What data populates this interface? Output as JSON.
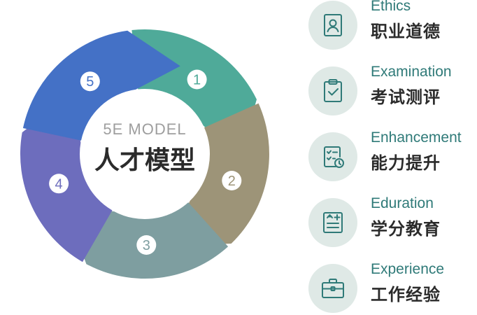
{
  "diagram": {
    "center": {
      "subtitle": "5E MODEL",
      "title": "人才模型"
    },
    "segments": [
      {
        "number": "1",
        "color": "#4faa99"
      },
      {
        "number": "2",
        "color": "#9d9478"
      },
      {
        "number": "3",
        "color": "#7e9ea0"
      },
      {
        "number": "4",
        "color": "#6d6dbd"
      },
      {
        "number": "5",
        "color": "#4471c6"
      }
    ]
  },
  "items": [
    {
      "en": "Ethics",
      "zh": "职业道德",
      "icon": "id-badge-icon"
    },
    {
      "en": "Examination",
      "zh": "考试测评",
      "icon": "clipboard-check-icon"
    },
    {
      "en": "Enhancement",
      "zh": "能力提升",
      "icon": "checklist-clock-icon"
    },
    {
      "en": "Eduration",
      "zh": "学分教育",
      "icon": "document-plus-icon"
    },
    {
      "en": "Experience",
      "zh": "工作经验",
      "icon": "briefcase-icon"
    }
  ],
  "colors": {
    "accent_text": "#2f7a78",
    "icon_bg": "#dfe9e6",
    "icon_stroke": "#2f7a78"
  }
}
